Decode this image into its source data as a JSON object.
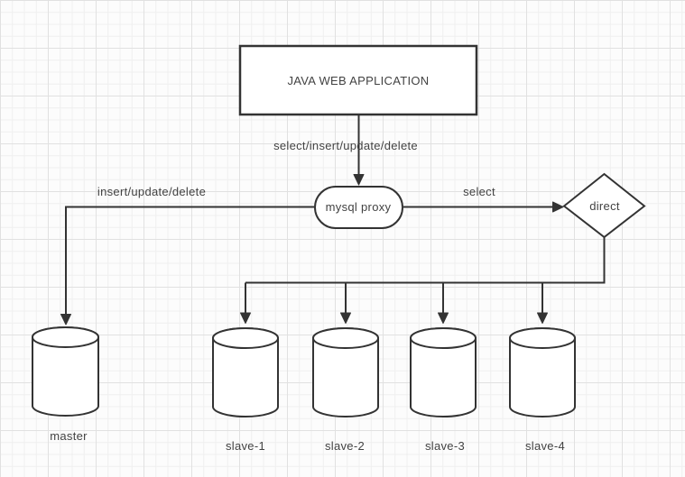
{
  "diagram": {
    "nodes": {
      "app": {
        "label": "JAVA WEB APPLICATION",
        "shape": "rectangle"
      },
      "proxy": {
        "label": "mysql proxy",
        "shape": "rounded-rectangle"
      },
      "decision": {
        "label": "direct",
        "shape": "diamond"
      },
      "master": {
        "label": "master",
        "shape": "database-cylinder"
      },
      "slaves": [
        {
          "label": "slave-1",
          "shape": "database-cylinder"
        },
        {
          "label": "slave-2",
          "shape": "database-cylinder"
        },
        {
          "label": "slave-3",
          "shape": "database-cylinder"
        },
        {
          "label": "slave-4",
          "shape": "database-cylinder"
        }
      ]
    },
    "edges": {
      "app_to_proxy": {
        "from": "app",
        "to": "proxy",
        "label": "select/insert/update/delete"
      },
      "proxy_to_master": {
        "from": "proxy",
        "to": "master",
        "label": "insert/update/delete"
      },
      "proxy_to_decision": {
        "from": "proxy",
        "to": "decision",
        "label": "select"
      },
      "decision_to_slaves": {
        "from": "decision",
        "to": "slave-1 slave-2 slave-3 slave-4",
        "label": ""
      }
    },
    "colors": {
      "stroke": "#333333",
      "text": "#424242",
      "shape_fill": "#ffffff",
      "background": "#fcfcfc",
      "grid_minor": "#efefef",
      "grid_major": "#e1e1e1"
    }
  }
}
